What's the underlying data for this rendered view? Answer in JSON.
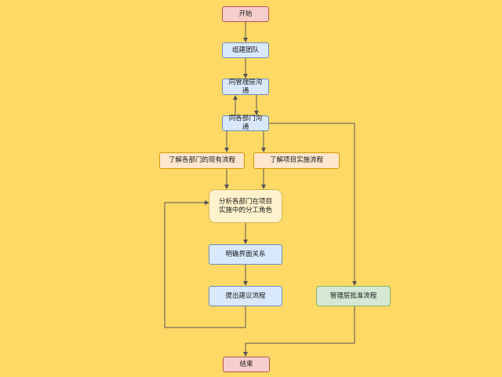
{
  "diagram": {
    "nodes": {
      "start": "开始",
      "build_team": "组建团队",
      "mgmt_comm": "同管理层沟通",
      "dept_comm": "同各部门沟通",
      "understand_dept": "了解各部门的现有流程",
      "understand_project": "了解项目实施流程",
      "analyze": "分析各部门在项目实施中的分工角色",
      "clarify": "明确界面关系",
      "propose": "提出建议流程",
      "approve": "管理层批准流程",
      "end": "结束"
    },
    "edges": [
      {
        "from": "start",
        "to": "build_team"
      },
      {
        "from": "build_team",
        "to": "mgmt_comm"
      },
      {
        "from": "mgmt_comm",
        "to": "dept_comm"
      },
      {
        "from": "dept_comm",
        "to": "mgmt_comm"
      },
      {
        "from": "dept_comm",
        "to": "understand_dept"
      },
      {
        "from": "dept_comm",
        "to": "understand_project"
      },
      {
        "from": "dept_comm",
        "to": "approve"
      },
      {
        "from": "understand_dept",
        "to": "analyze"
      },
      {
        "from": "understand_project",
        "to": "analyze"
      },
      {
        "from": "analyze",
        "to": "clarify"
      },
      {
        "from": "clarify",
        "to": "propose"
      },
      {
        "from": "propose",
        "to": "analyze"
      },
      {
        "from": "approve",
        "to": "end"
      }
    ],
    "colors": {
      "background": "#FFD966",
      "edge": "#555555",
      "start_end_fill": "#F8CECC",
      "process_fill": "#DAE8FC",
      "info_fill": "#FFE6CC",
      "analysis_fill": "#FFF2CC",
      "approval_fill": "#D5E8D4"
    }
  }
}
